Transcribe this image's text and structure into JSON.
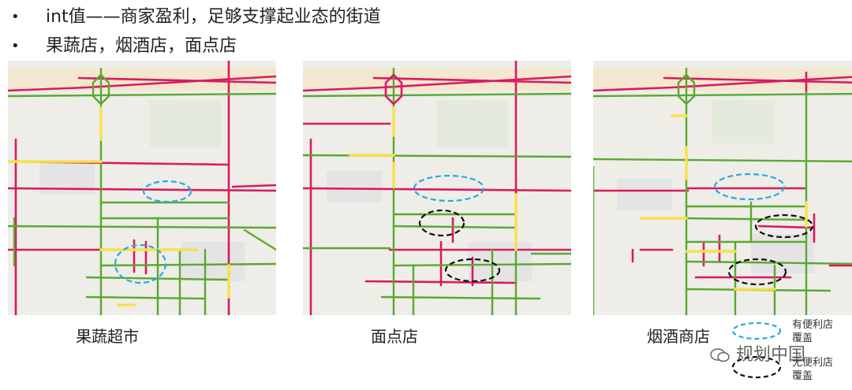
{
  "bullets": [
    {
      "text": "int值——商家盈利，足够支撑起业态的街道"
    },
    {
      "text": "果蔬店，烟酒店，面点店"
    }
  ],
  "panels": [
    {
      "caption": "果蔬超市"
    },
    {
      "caption": "面点店"
    },
    {
      "caption": "烟酒商店"
    }
  ],
  "legend": {
    "covered": "有便利店覆盖",
    "uncovered": "无便利店覆盖"
  },
  "watermark": "规划中国",
  "colors": {
    "road_pink": "#d81b60",
    "road_green": "#5aa832",
    "road_yellow": "#f7e14a",
    "ellipse_covered": "#27a9e1",
    "ellipse_uncovered": "#111111",
    "map_bg": "#eeede8"
  }
}
